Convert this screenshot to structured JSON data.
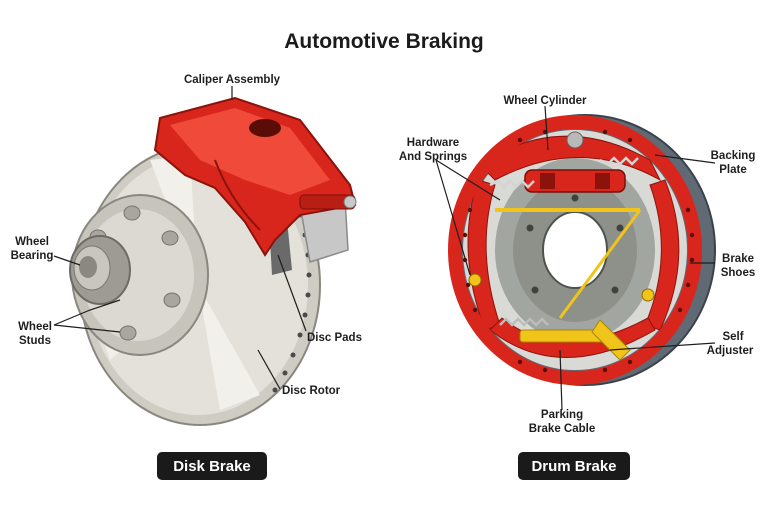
{
  "title": "Automotive Braking",
  "disk_brake": {
    "name": "Disk Brake",
    "labels": {
      "caliper": "Caliper Assembly",
      "wheel_bearing_1": "Wheel",
      "wheel_bearing_2": "Bearing",
      "wheel_studs_1": "Wheel",
      "wheel_studs_2": "Studs",
      "disc_pads": "Disc Pads",
      "disc_rotor": "Disc Rotor"
    }
  },
  "drum_brake": {
    "name": "Drum Brake",
    "labels": {
      "wheel_cylinder": "Wheel Cylinder",
      "hardware_1": "Hardware",
      "hardware_2": "And Springs",
      "backing_plate_1": "Backing",
      "backing_plate_2": "Plate",
      "brake_shoes_1": "Brake",
      "brake_shoes_2": "Shoes",
      "self_adjuster_1": "Self",
      "self_adjuster_2": "Adjuster",
      "parking_1": "Parking",
      "parking_2": "Brake Cable"
    }
  },
  "colors": {
    "caliper_red": "#d8261c",
    "rotor_grey": "#d9d6cf",
    "hub_grey": "#b8b6b0",
    "drum_plate": "#5a6470",
    "adjuster_yellow": "#f0c419",
    "pill_black": "#1a1a1a"
  }
}
